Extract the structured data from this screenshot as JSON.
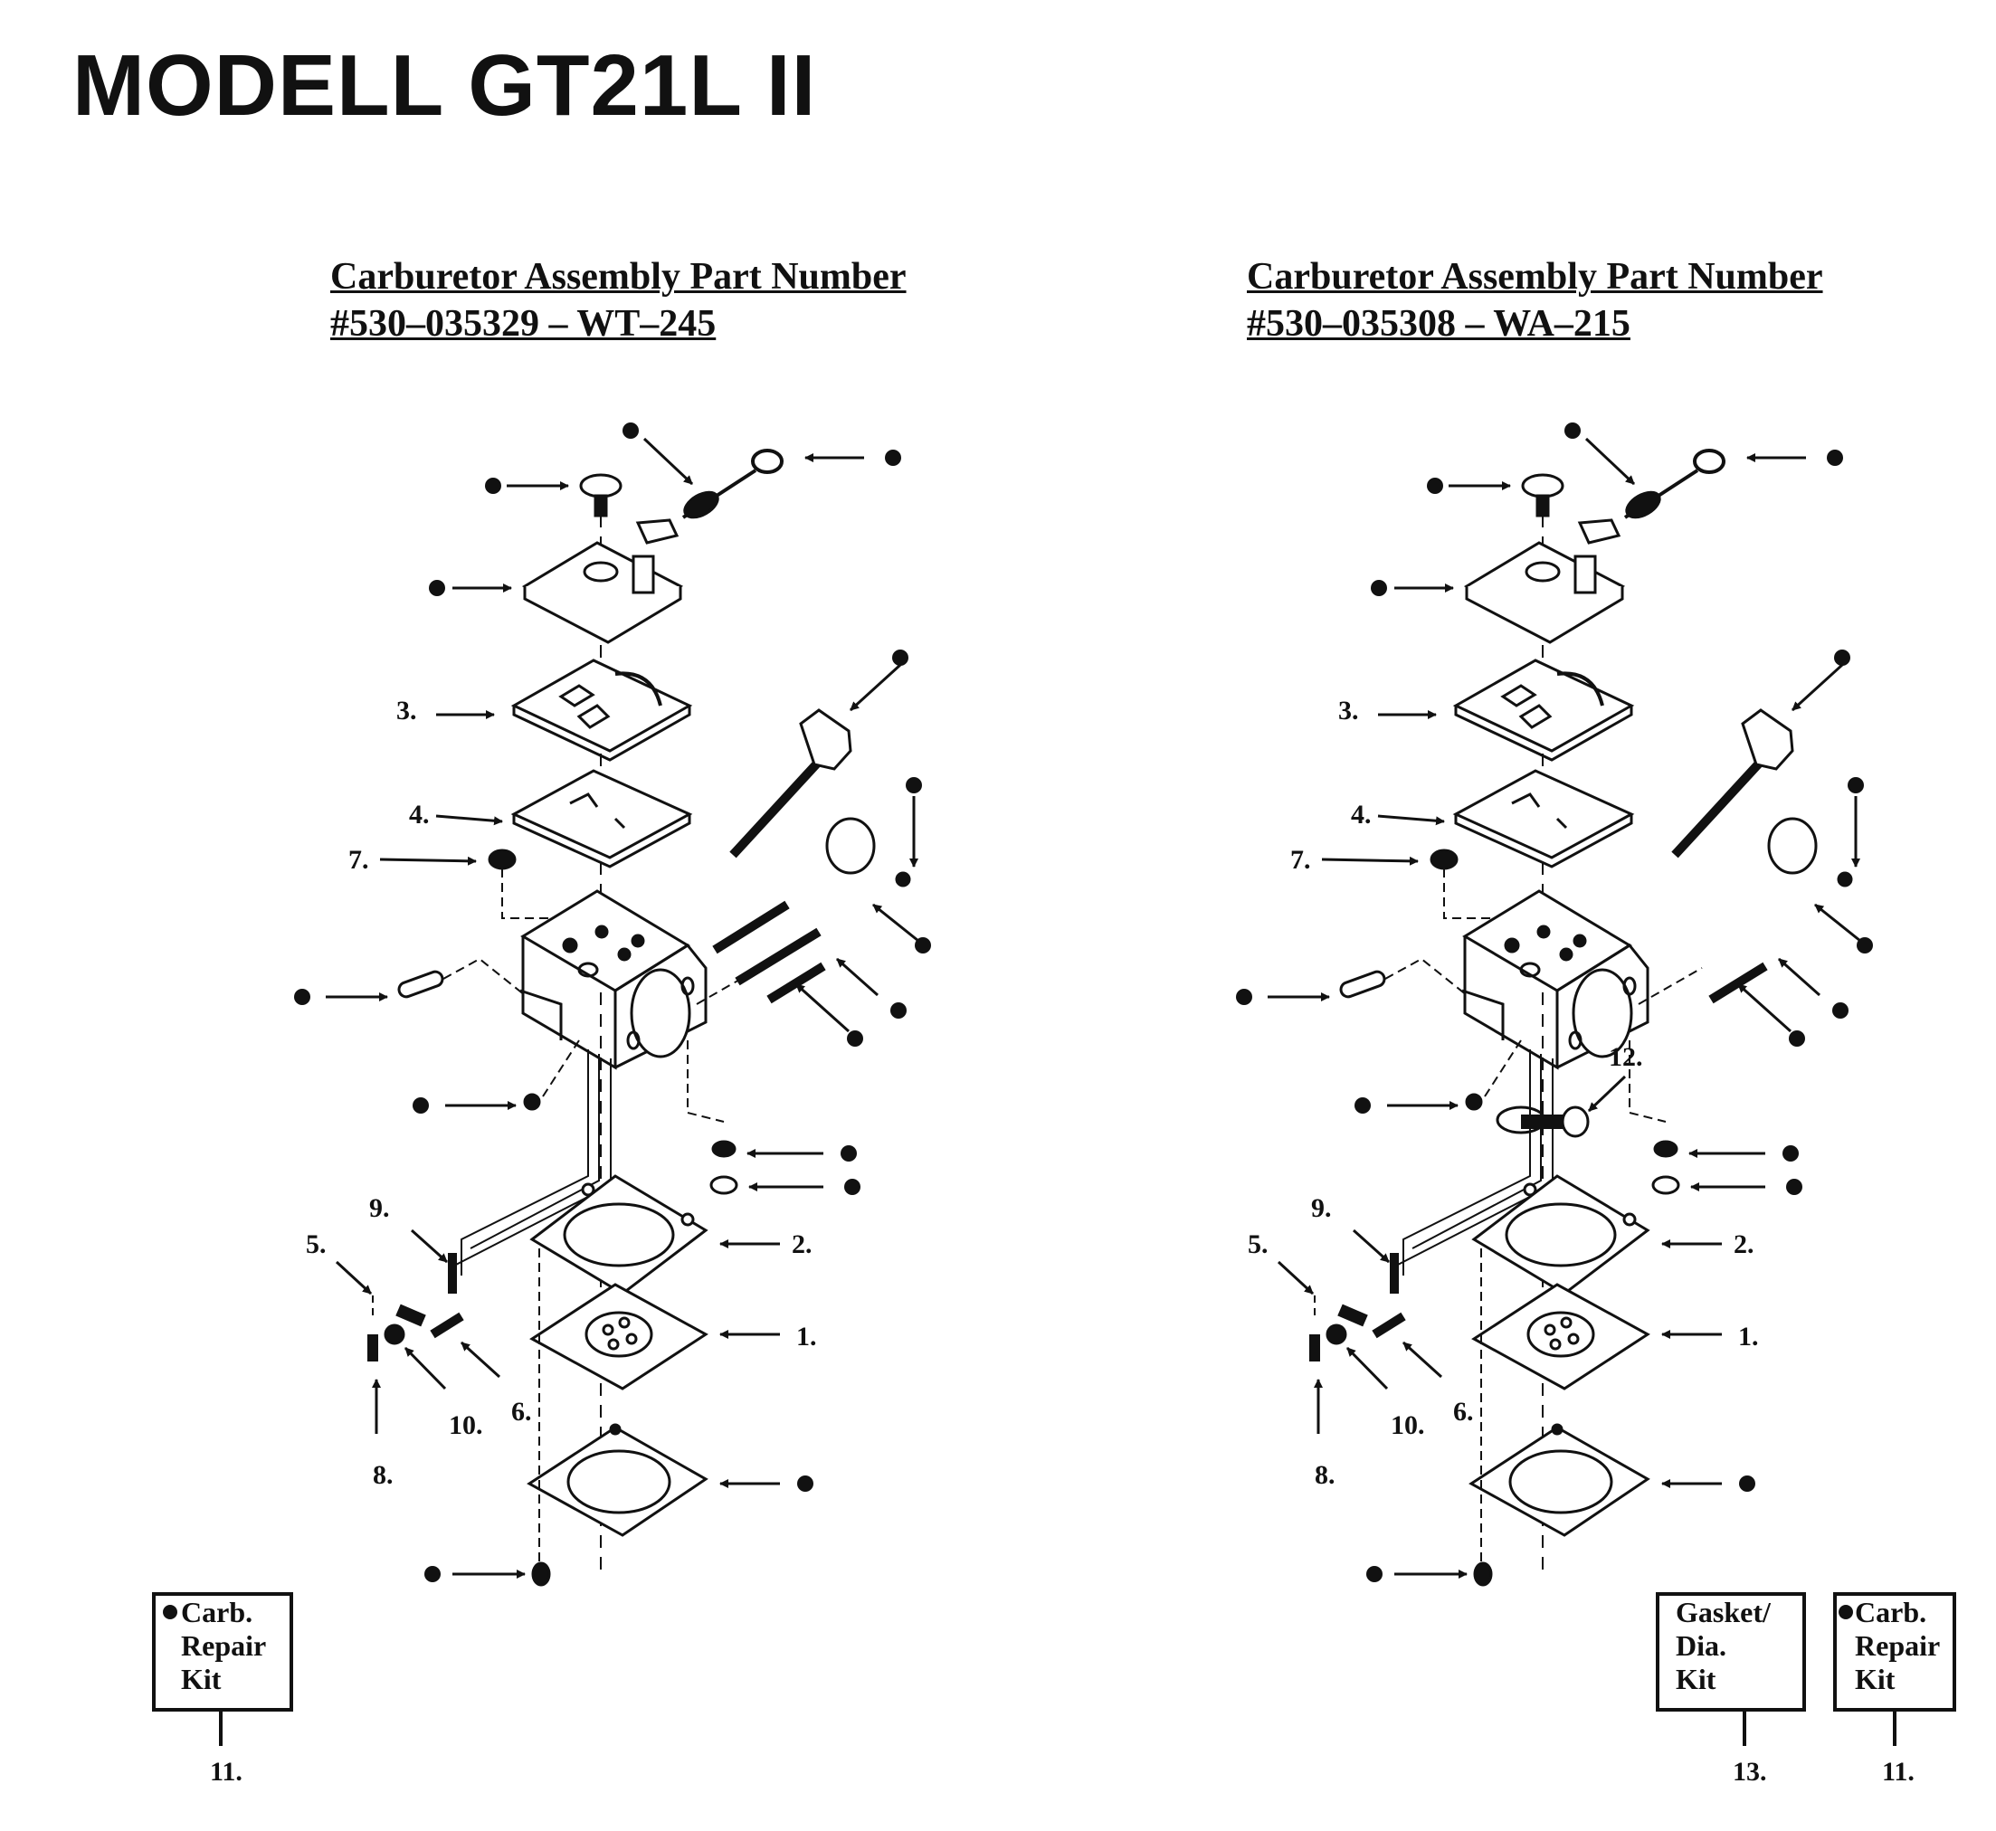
{
  "title": "MODELL GT21L II",
  "left": {
    "header_line1": "Carburetor Assembly Part Number",
    "header_line2": "#530–035329 – WT–245",
    "callouts": [
      "1.",
      "2.",
      "3.",
      "4.",
      "5.",
      "6.",
      "7.",
      "8.",
      "9.",
      "10."
    ],
    "kit": {
      "lines": [
        "Carb.",
        "Repair",
        "Kit"
      ],
      "number": "11."
    }
  },
  "right": {
    "header_line1": "Carburetor Assembly Part Number",
    "header_line2": "#530–035308 – WA–215",
    "callouts": [
      "1.",
      "2.",
      "3.",
      "4.",
      "5.",
      "6.",
      "7.",
      "8.",
      "9.",
      "10.",
      "12."
    ],
    "kit_gasket": {
      "lines": [
        "Gasket/",
        "Dia.",
        "Kit"
      ],
      "number": "13."
    },
    "kit_carb": {
      "lines": [
        "Carb.",
        "Repair",
        "Kit"
      ],
      "number": "11."
    }
  },
  "colors": {
    "ink": "#111111",
    "paper": "#ffffff"
  }
}
